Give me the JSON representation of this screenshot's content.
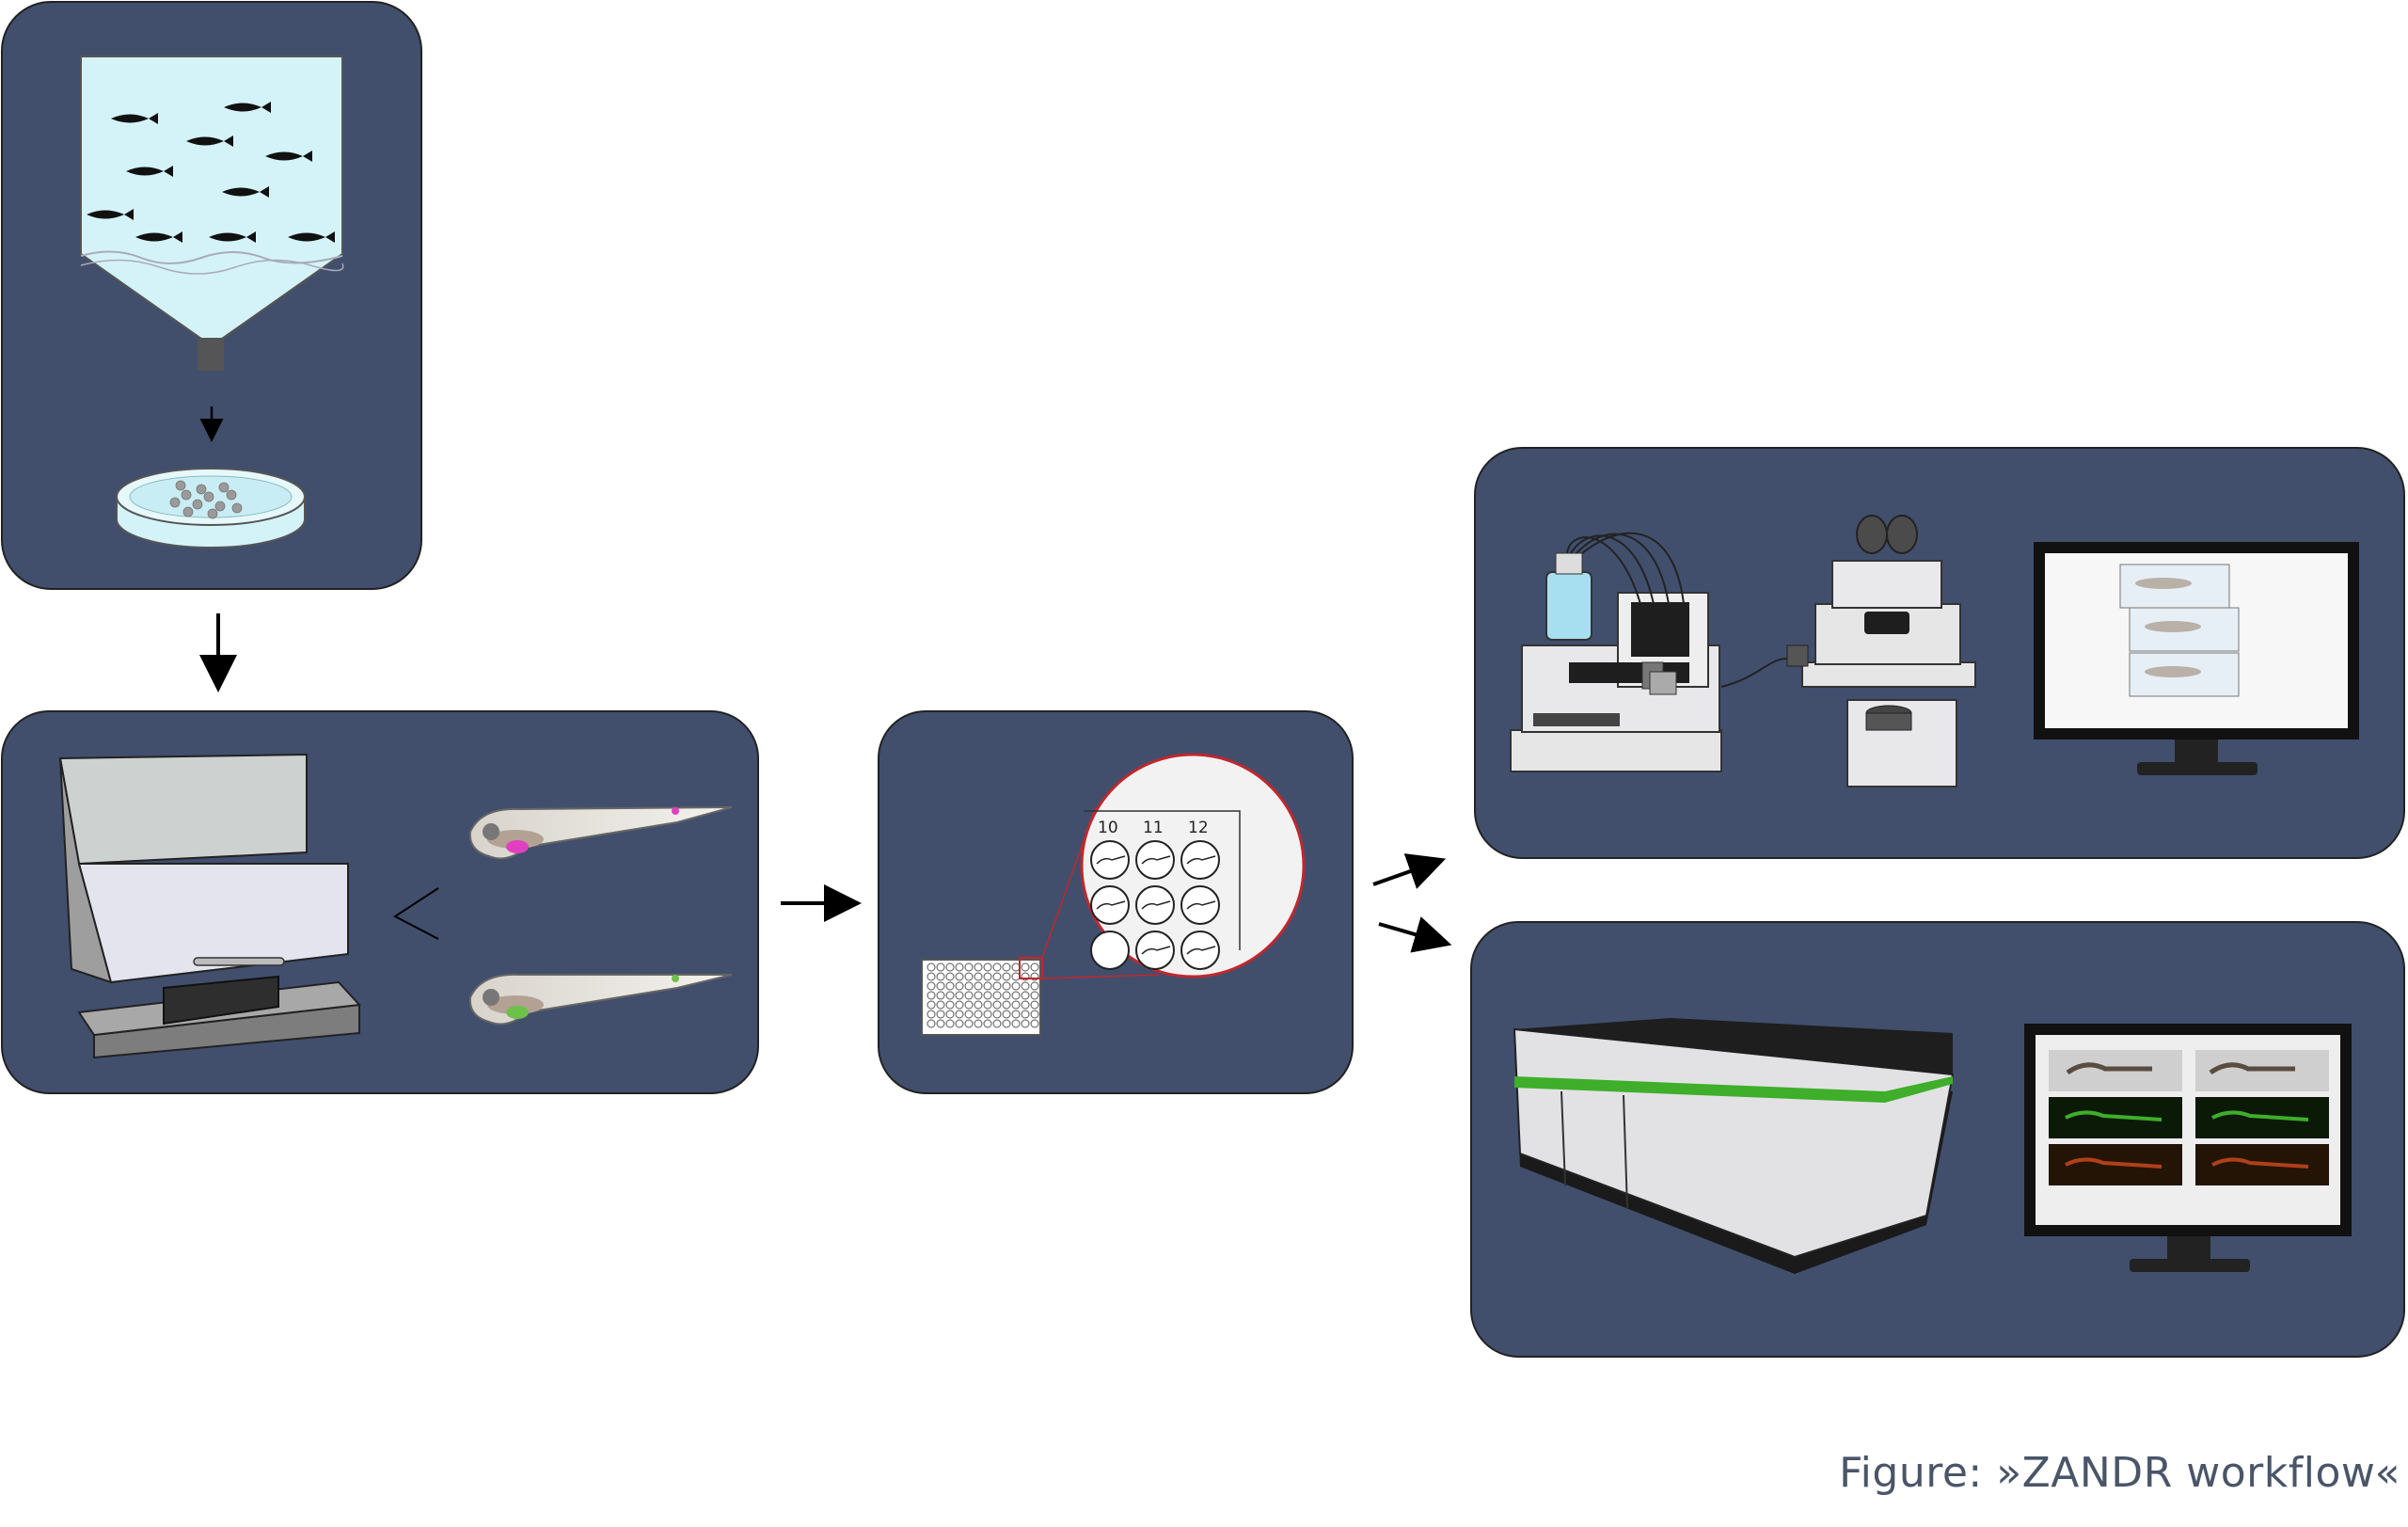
{
  "caption": "Figure: »ZANDR workflow«",
  "well_labels": [
    "10",
    "11",
    "12"
  ],
  "colors": {
    "panel": "#414f6d",
    "water": "#d4f3f9",
    "green_accent": "#3fae2a",
    "magenta_label": "#e040c0",
    "green_label": "#6dc04a"
  },
  "icons": {
    "breeding_tank": "fish-tank-icon",
    "petri_dish": "petri-dish-icon",
    "sorter": "larva-sorter-icon",
    "plate": "well-plate-icon",
    "pipetting": "liquid-handler-icon",
    "microscope": "microscope-icon",
    "screen_system": "imaging-system-icon",
    "monitor": "monitor-icon"
  }
}
